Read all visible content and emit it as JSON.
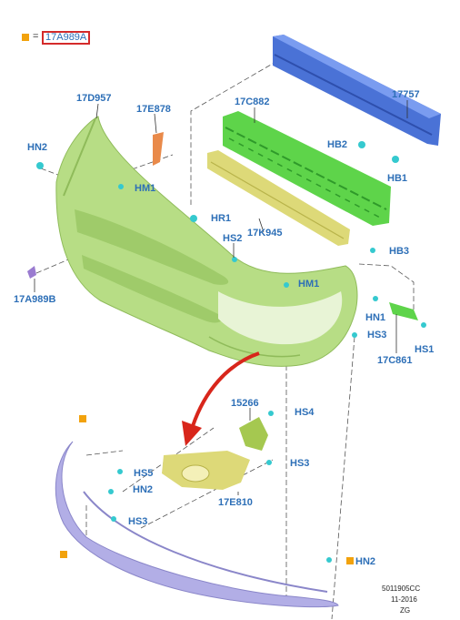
{
  "legend": {
    "equals": "=",
    "code": "17A989A"
  },
  "callouts": {
    "c_17757": "17757",
    "c_17D957": "17D957",
    "c_17E878": "17E878",
    "c_17C882": "17C882",
    "c_HN2_top": "HN2",
    "c_HB2": "HB2",
    "c_HB1": "HB1",
    "c_HM1_a": "HM1",
    "c_HR1": "HR1",
    "c_17K945": "17K945",
    "c_HS2": "HS2",
    "c_HB3": "HB3",
    "c_17A989B": "17A989B",
    "c_HM1_b": "HM1",
    "c_HN1": "HN1",
    "c_HS3_a": "HS3",
    "c_HS1": "HS1",
    "c_17C861": "17C861",
    "c_15266": "15266",
    "c_HS4": "HS4",
    "c_HS5": "HS5",
    "c_HN2_mid": "HN2",
    "c_HS3_b": "HS3",
    "c_HS3_c": "HS3",
    "c_17E810": "17E810",
    "c_HN2_bottom": "HN2"
  },
  "footer": {
    "line1": "5011905CC",
    "line2": "11-2016",
    "line3": "ZG"
  },
  "colors": {
    "callout_text": "#2d6fb7",
    "bumper_green": "#b7dd85",
    "beam_blue": "#4a72d6",
    "absorber_green": "#5ed44a",
    "reinforcement_yellow": "#ddd978",
    "lower_lip_lavender": "#b2aee6",
    "fastener_cyan": "#35c9cf",
    "arrow_red": "#d8261b",
    "legend_orange": "#f2a20c"
  }
}
